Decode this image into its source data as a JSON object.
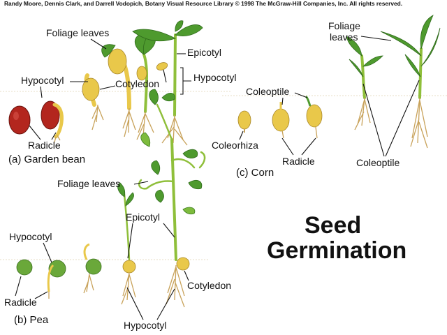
{
  "credit": "Randy Moore, Dennis Clark, and Darrell Vodopich, Botany Visual Resource Library © 1998 The McGraw-Hill Companies, Inc. All rights reserved.",
  "title_line1": "Seed",
  "title_line2": "Germination",
  "bean": {
    "caption": "(a) Garden bean",
    "foliage_leaves": "Foliage leaves",
    "epicotyl": "Epicotyl",
    "hypocotyl_left": "Hypocotyl",
    "hypocotyl_right": "Hypocotyl",
    "cotyledon": "Cotyledon",
    "radicle": "Radicle"
  },
  "corn": {
    "caption": "(c) Corn",
    "foliage_leaves_1": "Foliage",
    "foliage_leaves_2": "leaves",
    "coleoptile_top": "Coleoptile",
    "coleorhiza": "Coleorhiza",
    "radicle": "Radicle",
    "coleoptile_bottom": "Coleoptile"
  },
  "pea": {
    "caption": "(b) Pea",
    "foliage_leaves": "Foliage leaves",
    "epicotyl": "Epicotyl",
    "hypocotyl_left": "Hypocotyl",
    "radicle": "Radicle",
    "cotyledon": "Cotyledon",
    "hypocotyl_bottom": "Hypocotyl"
  },
  "colors": {
    "leaf": "#4e9a2e",
    "stem": "#8fbf3a",
    "cotyledon": "#e9c84a",
    "seed_coat": "#b3261e",
    "root": "#c8a25a"
  }
}
